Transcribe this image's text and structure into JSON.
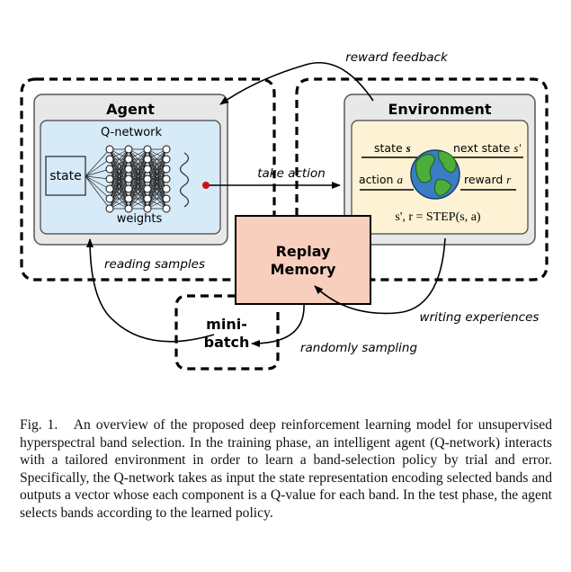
{
  "figure": {
    "agent": {
      "title": "Agent",
      "network_label": "Q-network",
      "state_label": "state",
      "weights_label": "weights"
    },
    "environment": {
      "title": "Environment",
      "state_s": "state ",
      "state_s_var": "s",
      "next_state": "next state ",
      "next_state_var": "s'",
      "action_a": "action ",
      "action_a_var": "a",
      "reward_r": "reward ",
      "reward_r_var": "r",
      "step_eq": "s', r = STEP(s, a)"
    },
    "replay_memory": {
      "line1": "Replay",
      "line2": "Memory"
    },
    "mini_batch": {
      "line1": "mini-",
      "line2": "batch"
    },
    "arrows": {
      "reward_feedback": "reward feedback",
      "take_action": "take action",
      "reading_samples": "reading samples",
      "writing_experiences": "writing experiences",
      "randomly_sampling": "randomly sampling"
    },
    "colors": {
      "agent_fill": "#e8e8e8",
      "network_fill": "#d6eaf8",
      "environment_fill": "#e8e8e8",
      "env_inner_fill": "#fdf2d4",
      "replay_fill": "#f8cfbd",
      "globe_water": "#3b7dc4",
      "globe_land": "#4cae3a",
      "action_dot": "#cc1111"
    }
  },
  "caption": {
    "fig_label": "Fig. 1.",
    "text": "An overview of the proposed deep reinforcement learning model for unsupervised hyperspectral band selection. In the training phase, an intelligent agent (Q-network) interacts with a tailored environment in order to learn a band-selection policy by trial and error. Specifically, the Q-network takes as input the state representation encoding selected bands and outputs a vector whose each component is a Q-value for each band. In the test phase, the agent selects bands according to the learned policy."
  }
}
